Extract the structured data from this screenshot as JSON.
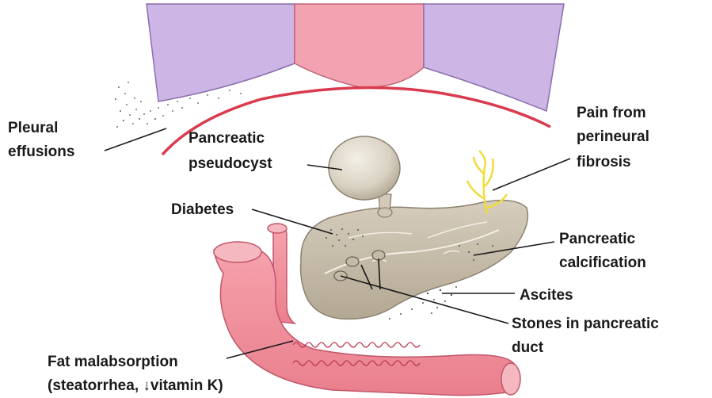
{
  "labels": {
    "pleural": [
      "Pleural",
      "effusions"
    ],
    "pseudocyst": [
      "Pancreatic",
      "pseudocyst"
    ],
    "pain": [
      "Pain from",
      "perineural",
      "fibrosis"
    ],
    "diabetes": "Diabetes",
    "calcification": [
      "Pancreatic",
      "calcification"
    ],
    "ascites": "Ascites",
    "stones": [
      "Stones in pancreatic",
      "duct"
    ],
    "malabsorption": [
      "Fat malabsorption",
      "(steatorrhea, ↓vitamin K)"
    ]
  }
}
